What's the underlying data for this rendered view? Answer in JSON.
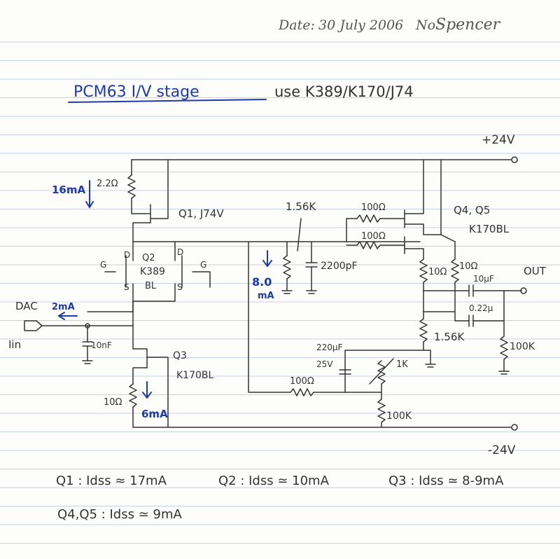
{
  "header": {
    "date_label": "Date:",
    "date_value": "30 July 2006",
    "no_label": "No",
    "author": "Spencer"
  },
  "title": {
    "main": "PCM63 I/V stage",
    "sub": "use K389/K170/J74"
  },
  "rails": {
    "positive": "+24V",
    "negative": "-24V"
  },
  "ports": {
    "input_name": "DAC",
    "input_sub": "Iin",
    "output": "OUT"
  },
  "transistors": {
    "q1": "Q1, J74V",
    "q2_name": "Q2",
    "q2_part": "K389",
    "q2_grade": "BL",
    "q3_name": "Q3",
    "q3_part": "K170BL",
    "q45_name": "Q4, Q5",
    "q45_part": "K170BL",
    "gate": "G",
    "drain": "D",
    "source": "S"
  },
  "components": {
    "r_top": "2.2Ω",
    "r_bias": "1.56K",
    "c_bias": "2200pF",
    "r_gate_top": "100Ω",
    "r_gate_bot": "100Ω",
    "r_src1": "10Ω",
    "r_src2": "10Ω",
    "c_out_big": "10µF",
    "c_out_small": "0.22µ",
    "r_fb": "1.56K",
    "r_out": "100K",
    "c_in": "10nF",
    "r_q3": "10Ω",
    "c_bp": "220µF",
    "c_bp_v": "25V",
    "pot": "1K",
    "r_mid": "100Ω",
    "r_neg": "100K"
  },
  "currents": {
    "q1": "16mA",
    "mid": "8.0",
    "mid_unit": "mA",
    "dac": "2mA",
    "q3": "6mA"
  },
  "notes": {
    "q1": "Q1 : Idss ≈ 17mA",
    "q2": "Q2 : Idss ≃ 10mA",
    "q3": "Q3 : Idss ≃ 8-9mA",
    "q45": "Q4,Q5 : Idss ≃ 9mA"
  },
  "colors": {
    "ink": "#333333",
    "highlight": "#1e3aa8",
    "ruling": "#c8cfe0"
  }
}
